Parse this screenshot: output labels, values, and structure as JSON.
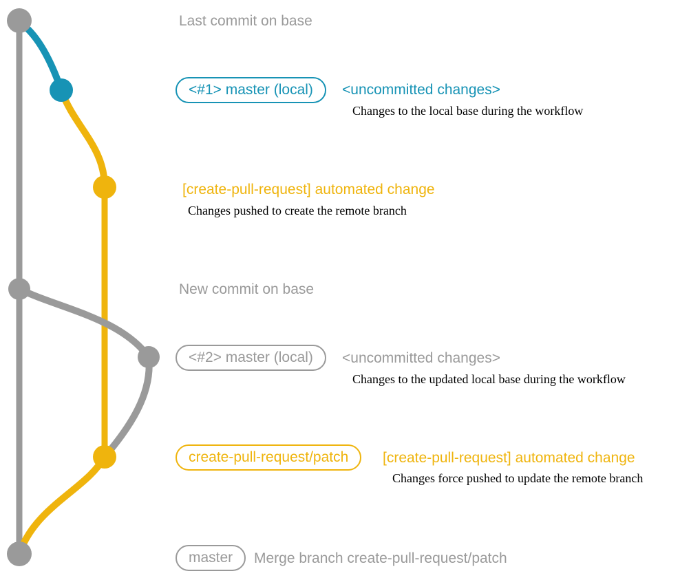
{
  "colors": {
    "gray": "#9A9A9A",
    "teal": "#1793B5",
    "yellow": "#EFB40D"
  },
  "graph": {
    "nodes": [
      {
        "name": "last-commit-on-base",
        "color": "gray"
      },
      {
        "name": "uncommitted-changes-1",
        "color": "teal"
      },
      {
        "name": "create-pull-request-commit-1",
        "color": "yellow"
      },
      {
        "name": "new-commit-on-base",
        "color": "gray"
      },
      {
        "name": "uncommitted-changes-2",
        "color": "gray"
      },
      {
        "name": "create-pull-request-commit-2",
        "color": "yellow"
      },
      {
        "name": "merge-commit",
        "color": "gray"
      }
    ]
  },
  "rows": {
    "last_commit": {
      "label": "Last commit on base"
    },
    "commit1": {
      "badge": "<#1> master (local)",
      "heading": "<uncommitted changes>",
      "caption": "Changes to the local base during the workflow"
    },
    "commit2": {
      "heading": "[create-pull-request] automated change",
      "caption": "Changes pushed to create the remote branch"
    },
    "new_commit": {
      "label": "New commit on base"
    },
    "commit3": {
      "badge": "<#2> master (local)",
      "heading": "<uncommitted changes>",
      "caption": "Changes to the updated local base during the workflow"
    },
    "commit4": {
      "badge": "create-pull-request/patch",
      "heading": "[create-pull-request] automated change",
      "caption": "Changes force pushed to update the remote branch"
    },
    "merge": {
      "badge": "master",
      "heading": "Merge branch create-pull-request/patch"
    }
  }
}
